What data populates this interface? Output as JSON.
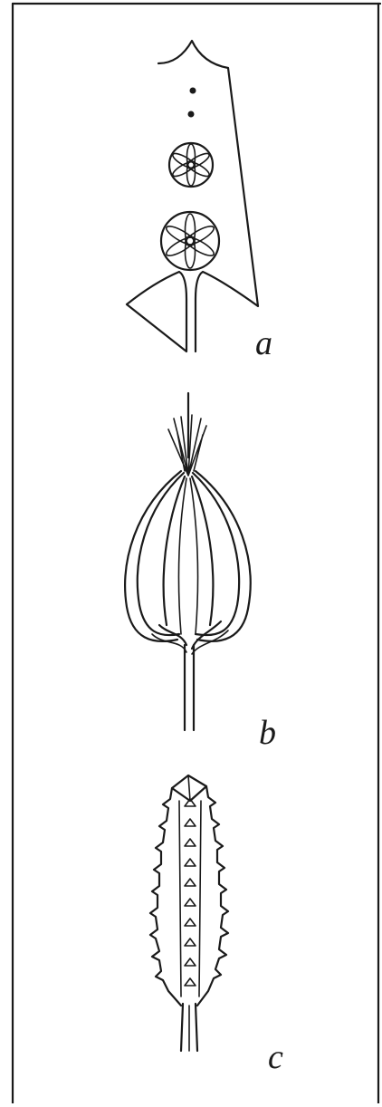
{
  "labels": {
    "a": "a",
    "b": "b",
    "c": "c"
  }
}
